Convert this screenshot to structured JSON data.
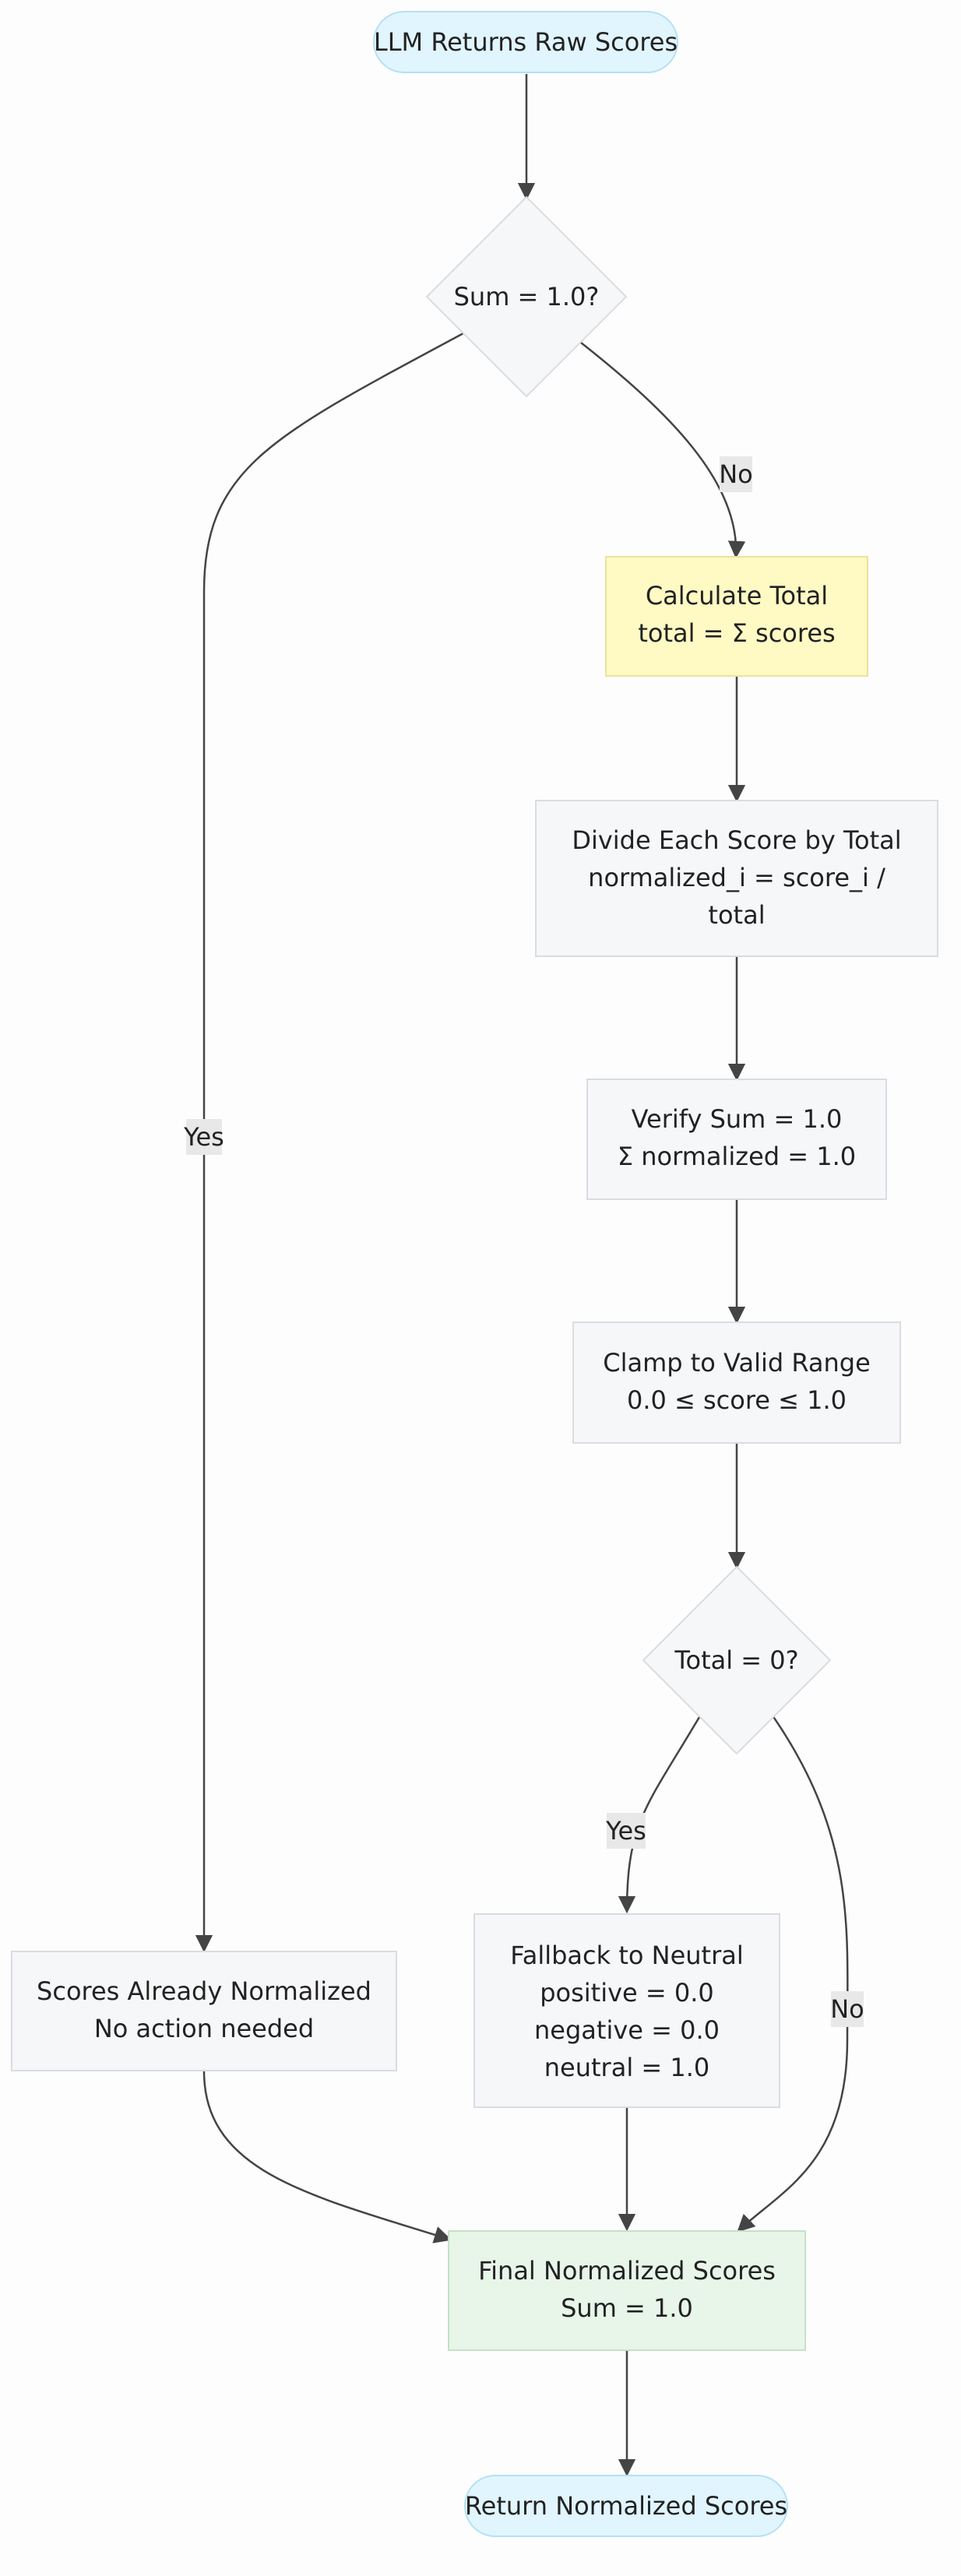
{
  "diagram": {
    "colors": {
      "background": "#fdfdfd",
      "edge": "#444444",
      "node_default_fill": "#f6f7f9",
      "node_default_stroke": "#d9dce1",
      "node_terminal_fill": "#e1f5fe",
      "node_terminal_stroke": "#b3e0f5",
      "node_calc_fill": "#fff9c4",
      "node_calc_stroke": "#ece29a",
      "node_final_fill": "#e8f5e9",
      "node_final_stroke": "#c3e2c5",
      "edge_label_bg": "#e8e8e8"
    },
    "nodes": {
      "start": {
        "lines": [
          "LLM Returns Raw Scores"
        ]
      },
      "decision_sum": {
        "lines": [
          "Sum = 1.0?"
        ]
      },
      "calc_total": {
        "lines": [
          "Calculate Total",
          "total = Σ scores"
        ]
      },
      "divide": {
        "lines": [
          "Divide Each Score by Total",
          "normalized_i = score_i /",
          "total"
        ]
      },
      "verify": {
        "lines": [
          "Verify Sum = 1.0",
          "Σ normalized = 1.0"
        ]
      },
      "clamp": {
        "lines": [
          "Clamp to Valid Range",
          "0.0 ≤ score ≤ 1.0"
        ]
      },
      "decision_total": {
        "lines": [
          "Total = 0?"
        ]
      },
      "fallback": {
        "lines": [
          "Fallback to Neutral",
          "positive = 0.0",
          "negative = 0.0",
          "neutral = 1.0"
        ]
      },
      "already": {
        "lines": [
          "Scores Already Normalized",
          "No action needed"
        ]
      },
      "final": {
        "lines": [
          "Final Normalized Scores",
          "Sum = 1.0"
        ]
      },
      "end": {
        "lines": [
          "Return Normalized Scores"
        ]
      }
    },
    "edge_labels": {
      "sum_no": "No",
      "sum_yes": "Yes",
      "total_yes": "Yes",
      "total_no": "No"
    }
  }
}
